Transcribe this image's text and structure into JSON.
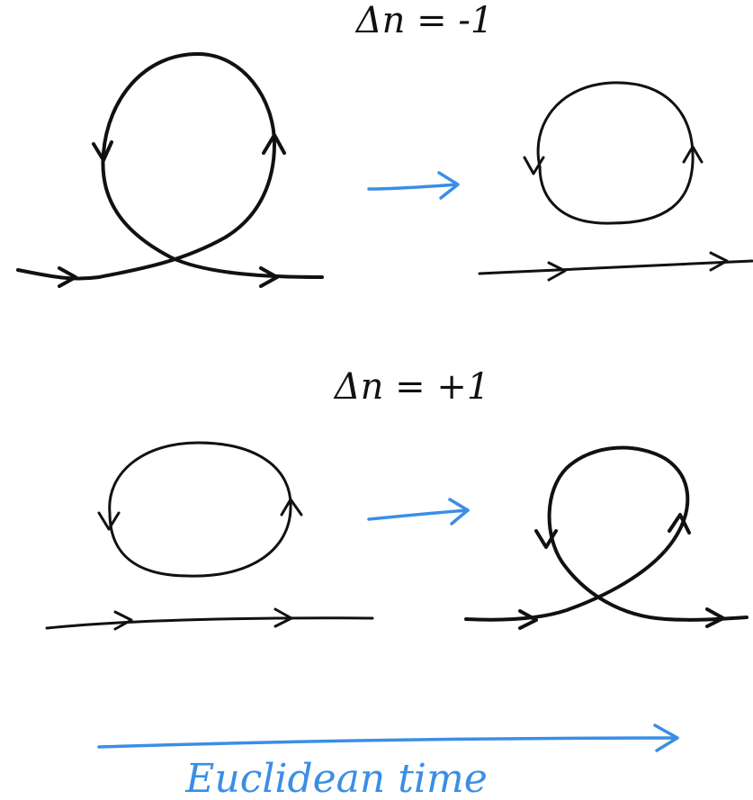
{
  "labels": {
    "top_equation": "Δn = -1",
    "bottom_equation": "Δn = +1",
    "time_axis": "Euclidean time"
  },
  "colors": {
    "ink": "#111111",
    "accent": "#3a8ee6"
  }
}
